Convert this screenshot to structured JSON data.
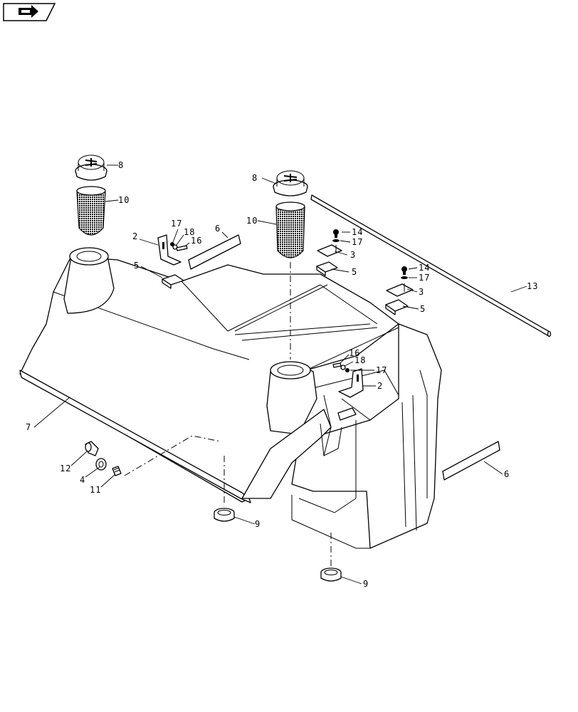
{
  "nav_icon": "back-arrow-icon",
  "callouts": {
    "c8a": "8",
    "c10a": "10",
    "c8b": "8",
    "c10b": "10",
    "c17a": "17",
    "c18a": "18",
    "c16a": "16",
    "c2a": "2",
    "c6a": "6",
    "c5a": "5",
    "c14a": "14",
    "c17b": "17",
    "c3a": "3",
    "c5b": "5",
    "c14b": "14",
    "c17c": "17",
    "c3b": "3",
    "c5c": "5",
    "c13": "13",
    "c16b": "16",
    "c18b": "18",
    "c17d": "17",
    "c2b": "2",
    "c7": "7",
    "c12": "12",
    "c4": "4",
    "c11": "11",
    "c9a": "9",
    "c9b": "9",
    "c6b": "6"
  }
}
